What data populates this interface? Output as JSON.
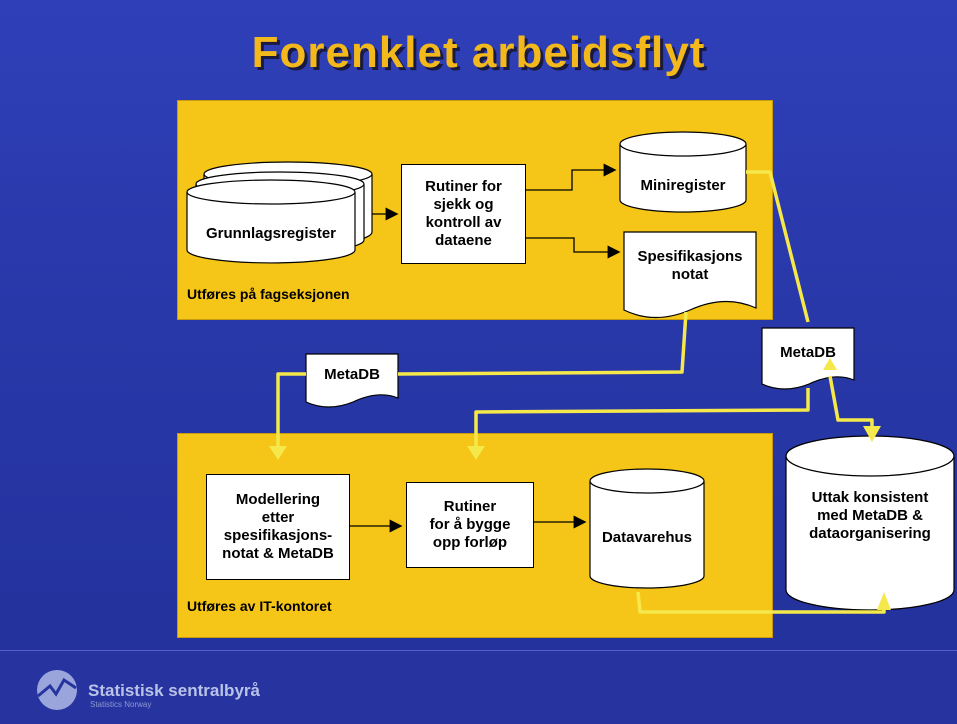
{
  "title": "Forenklet arbeidsflyt",
  "panels": {
    "top_caption": "Utføres på fagseksjonen",
    "bottom_caption": "Utføres av IT-kontoret"
  },
  "nodes": {
    "grunnlagsregister": "Grunnlagsregister",
    "rutiner_kontroll": "Rutiner for\nsjekk og\nkontroll av\ndataene",
    "miniregister": "Miniregister",
    "spesifikasjonsnotat": "Spesifikasjons\nnotat",
    "metadb_left": "MetaDB",
    "metadb_right": "MetaDB",
    "modellering": "Modellering\netter\nspesifikasjons-\nnotat & MetaDB",
    "rutiner_forlop": "Rutiner\nfor å bygge\nopp forløp",
    "datavarehus": "Datavarehus",
    "uttak": "Uttak konsistent\nmed MetaDB &\ndataorganisering"
  },
  "footer": {
    "brand": "Statistisk sentralbyrå",
    "brand_sub": "Statistics Norway"
  },
  "colors": {
    "background": "#2838a8",
    "panel": "#f5c518",
    "title": "#f2b81c",
    "flow_line": "#f4e84a"
  }
}
